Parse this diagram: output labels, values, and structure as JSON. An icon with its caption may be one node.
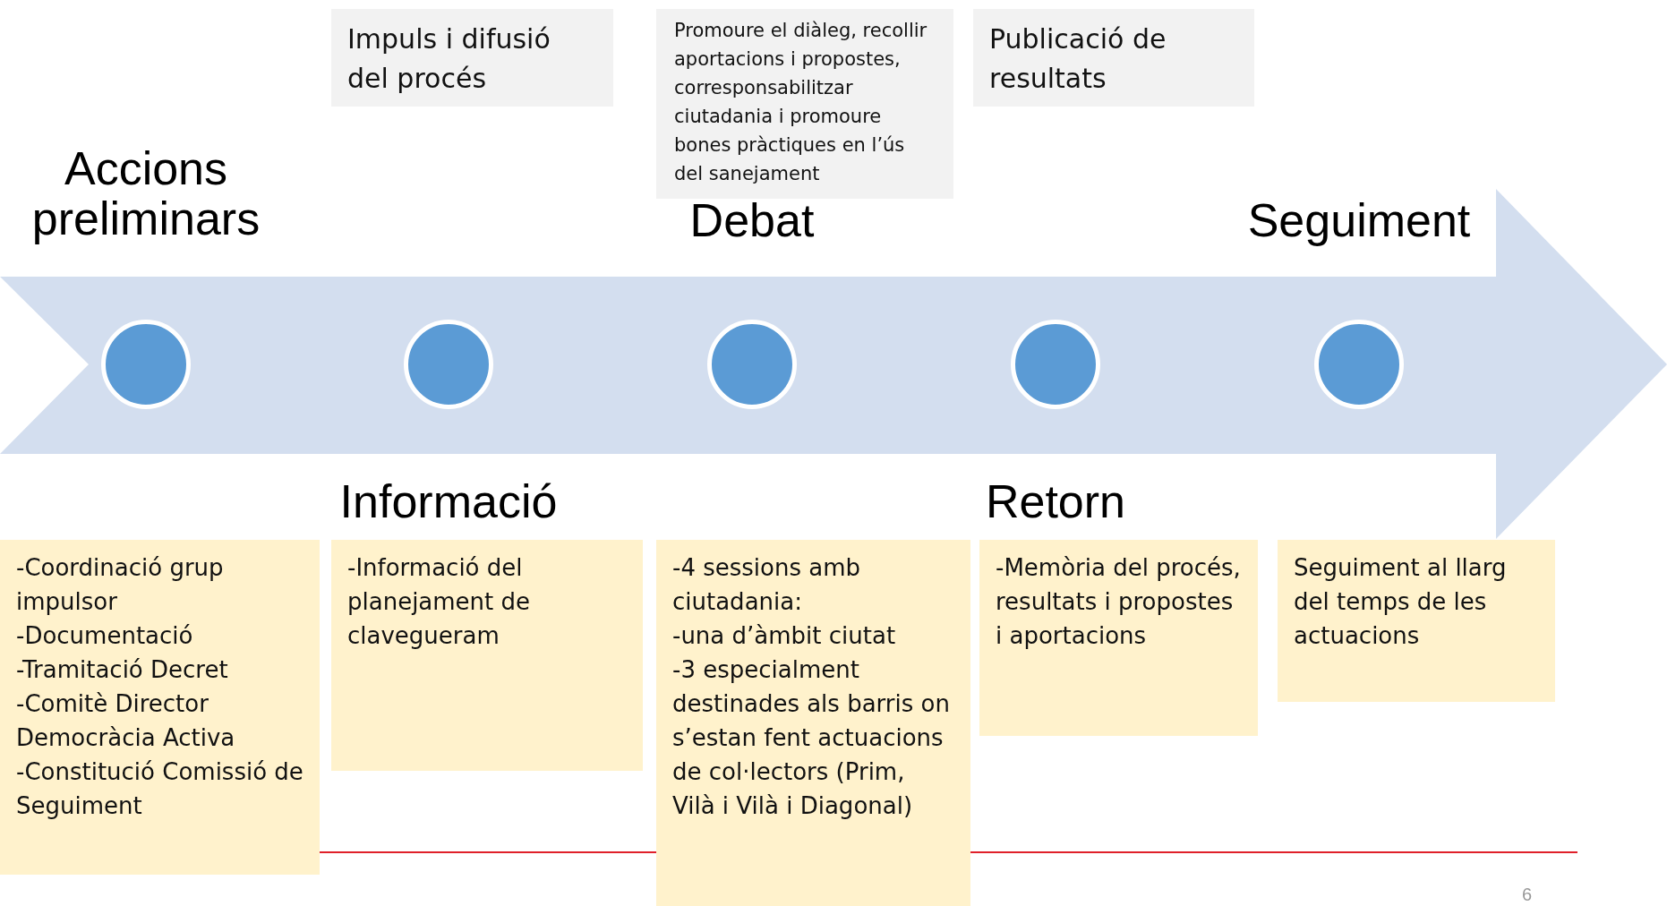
{
  "diagram": {
    "nodes": [
      {
        "text": [
          "Impuls i difusió del procés"
        ]
      },
      {
        "text": [
          "Promoure el diàleg, recollir aportacions i propostes, corresponsabilitzar ciutadania i promoure bones pràctiques en l’ús del sanejament"
        ]
      },
      {
        "text": [
          "Publicació de resultats"
        ]
      },
      {
        "text": [],
        "shape": "arrow"
      },
      {
        "text": [],
        "shape": "circle",
        "in": 3
      },
      {
        "text": [],
        "shape": "circle",
        "in": 3
      },
      {
        "text": [],
        "shape": "circle",
        "in": 3
      },
      {
        "text": [],
        "shape": "circle",
        "in": 3
      },
      {
        "text": [],
        "shape": "circle",
        "in": 3
      },
      {
        "text": [
          "-Coordinació  grup impulsor",
          "-Documentació",
          "-Tramitació Decret",
          "-Comitè Director Democràcia Activa",
          "-Constitució Comissió de Seguiment"
        ]
      },
      {
        "text": [
          "-Informació del planejament de clavegueram"
        ]
      },
      {
        "text": [
          "-4 sessions amb ciutadania:",
          "-una d’àmbit ciutat",
          "-3 especialment destinades als barris on s’estan fent actuacions de col·lectors (Prim, Vilà i Vilà i Diagonal)"
        ]
      },
      {
        "text": [
          "-Memòria del procés,  resultats i propostes i aportacions"
        ]
      },
      {
        "text": [
          "Seguiment al llarg del temps de les actuacions"
        ]
      }
    ],
    "edges": [],
    "labels": [
      "Accions preliminars",
      "Debat",
      "Seguiment",
      "Informació",
      "Retorn",
      "6"
    ]
  }
}
